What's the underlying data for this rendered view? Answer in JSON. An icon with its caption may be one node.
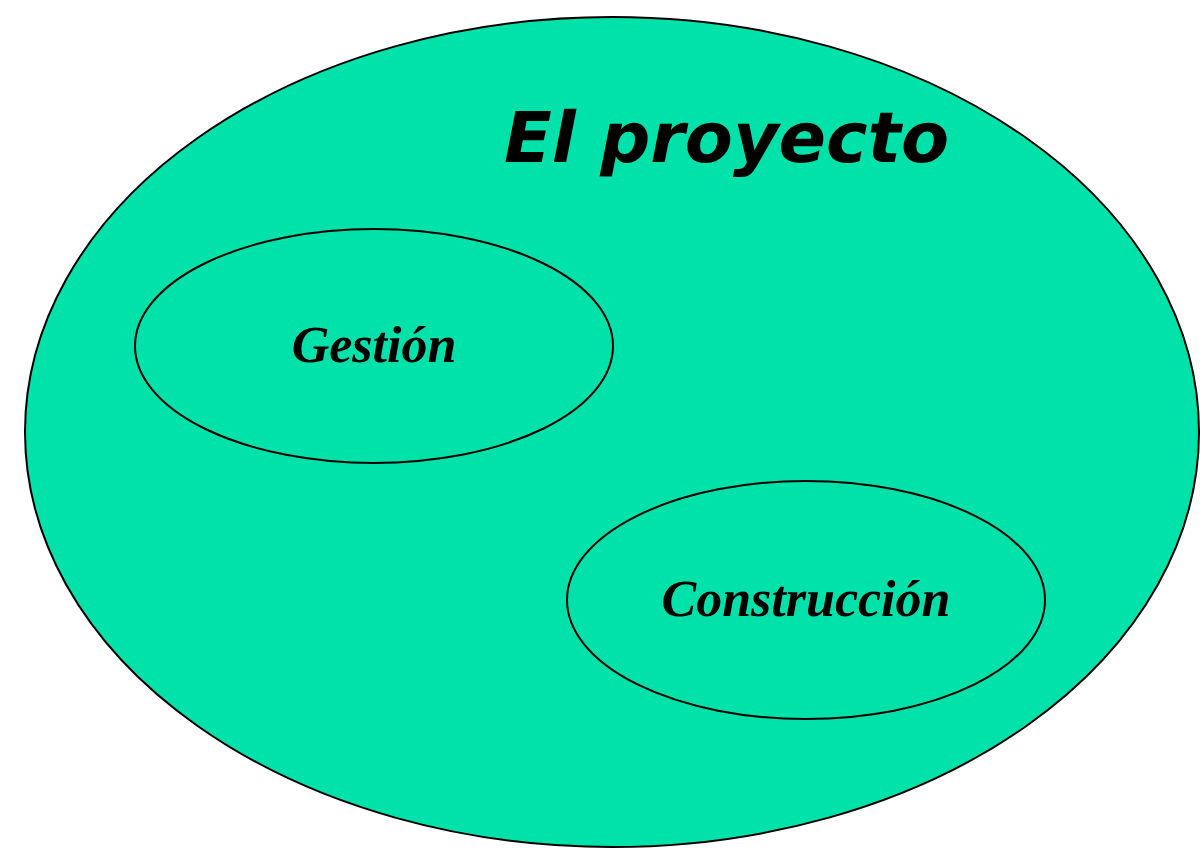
{
  "diagram": {
    "nodes": [
      {
        "text": [
          "El proyecto"
        ]
      },
      {
        "text": [
          "Gestión"
        ],
        "in": 0
      },
      {
        "text": [
          "Construcción"
        ],
        "in": 0
      }
    ]
  }
}
